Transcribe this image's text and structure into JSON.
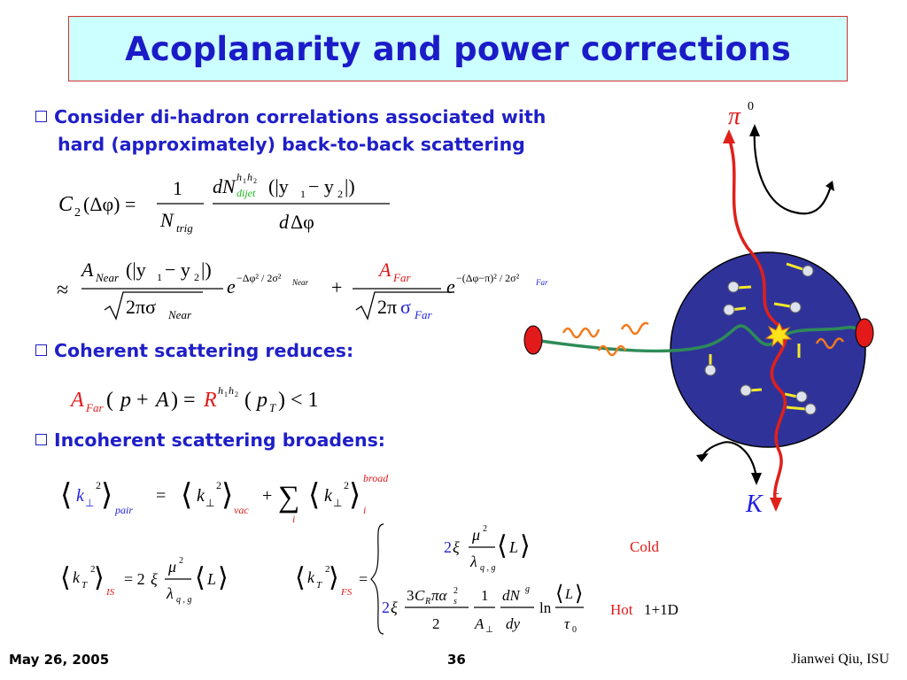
{
  "title": "Acoplanarity and power corrections",
  "bullets": {
    "b1_line1": "Consider di-hadron correlations associated with",
    "b1_line2": "hard (approximately) back-to-back scattering",
    "b2": "Coherent scattering reduces:",
    "b3": "Incoherent scattering broadens:"
  },
  "labels": {
    "cold": "Cold",
    "hot": "Hot",
    "hot_system": "1+1D",
    "pion": "π",
    "pion_charge": "0",
    "kaon": "K",
    "kaon_charge": "+"
  },
  "footer": {
    "date": "May 26, 2005",
    "page": "36",
    "author": "Jianwei Qiu, ISU"
  },
  "colors": {
    "title_text": "#1b1bc8",
    "title_bg": "#ccffff",
    "title_border": "#d2322d",
    "bullet_text": "#1f1fc8",
    "nucleus": "#2f3399",
    "jet_line": "#e0201a",
    "parton_line": "#2e8b57",
    "gluon": "#f27a1a"
  }
}
